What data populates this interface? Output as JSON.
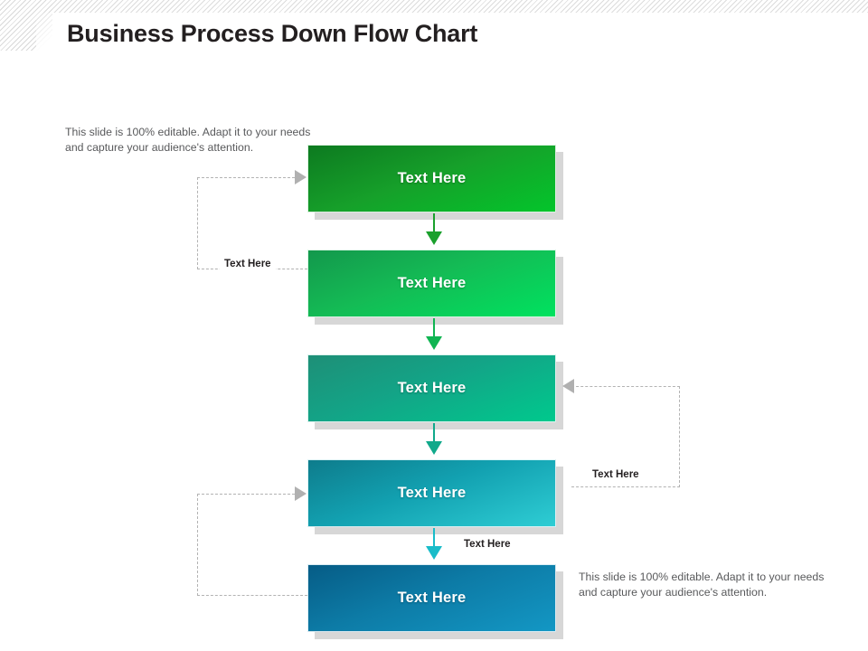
{
  "slide": {
    "title": "Business Process Down Flow Chart",
    "background_color": "#ffffff",
    "decoration": "diagonal-hatch-corner"
  },
  "descriptions": [
    {
      "id": "top-left",
      "text": "This slide is 100% editable. Adapt it to your needs and capture your audience's attention."
    },
    {
      "id": "bottom-right",
      "text": "This slide is 100% editable. Adapt it to your needs and capture your audience's attention."
    }
  ],
  "process_steps": [
    {
      "index": 1,
      "label": "Text Here",
      "color_start": "#0d7a20",
      "color_end": "#03c52b"
    },
    {
      "index": 2,
      "label": "Text Here",
      "color_start": "#13984c",
      "color_end": "#00e25f"
    },
    {
      "index": 3,
      "label": "Text Here",
      "color_start": "#1e8f77",
      "color_end": "#00c98d"
    },
    {
      "index": 4,
      "label": "Text Here",
      "color_start": "#0e7c8c",
      "color_end": "#2ecdd4"
    },
    {
      "index": 5,
      "label": "Text Here",
      "color_start": "#065c86",
      "color_end": "#1397c4"
    }
  ],
  "flow_arrows": [
    {
      "from": 1,
      "to": 2,
      "color": "#1aa02c",
      "direction": "down"
    },
    {
      "from": 2,
      "to": 3,
      "color": "#10b552",
      "direction": "down"
    },
    {
      "from": 3,
      "to": 4,
      "color": "#10a98b",
      "direction": "down"
    },
    {
      "from": 4,
      "to": 5,
      "color": "#19bcc9",
      "direction": "down"
    }
  ],
  "feedback_connectors": [
    {
      "id": "a",
      "side": "left",
      "target_step": 1,
      "label": "Text Here",
      "style": "dashed",
      "arrow_color": "#b0b0b0"
    },
    {
      "id": "b",
      "side": "right",
      "target_step": 3,
      "label": "Text Here",
      "style": "dashed",
      "arrow_color": "#b0b0b0"
    },
    {
      "id": "c",
      "side": "left",
      "target_step": 4,
      "label": "",
      "style": "dashed",
      "arrow_color": "#b0b0b0"
    }
  ],
  "inline_labels": [
    {
      "id": "bottom-arrow-label",
      "text": "Text Here"
    }
  ]
}
